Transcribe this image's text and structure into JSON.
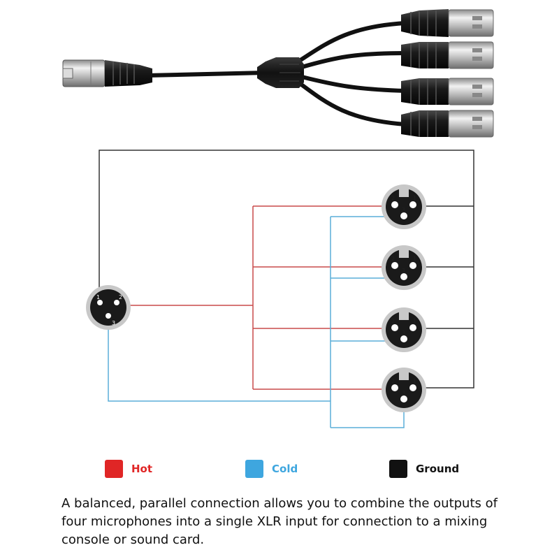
{
  "colors": {
    "hot": "#e02626",
    "cold": "#3ea6df",
    "ground": "#111111",
    "hot_wire": "#c94a4a",
    "cold_wire": "#5aaed8",
    "ground_wire": "#333333"
  },
  "legend": {
    "hot_label": "Hot",
    "cold_label": "Cold",
    "ground_label": "Ground"
  },
  "pin_numbers": [
    "1",
    "2",
    "3"
  ],
  "caption": "A balanced, parallel connection allows you to combine the outputs of four microphones into a single XLR input for connection to a mixing console or sound card."
}
